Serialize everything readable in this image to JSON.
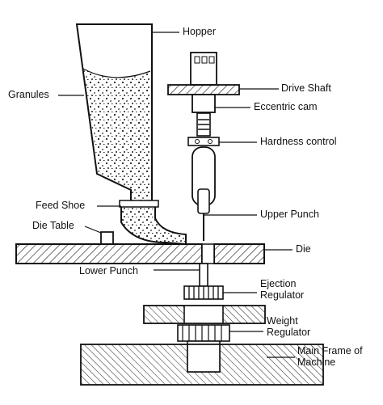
{
  "labels": {
    "hopper": "Hopper",
    "granules": "Granules",
    "drive_shaft": "Drive Shaft",
    "eccentric_cam": "Eccentric cam",
    "hardness_control": "Hardness control",
    "feed_shoe": "Feed Shoe",
    "die_table": "Die Table",
    "upper_punch": "Upper Punch",
    "die": "Die",
    "lower_punch": "Lower Punch",
    "ejection_regulator": "Ejection Regulator",
    "weight_regulator": "Weight Regulator",
    "main_frame": "Main Frame of Machine"
  }
}
